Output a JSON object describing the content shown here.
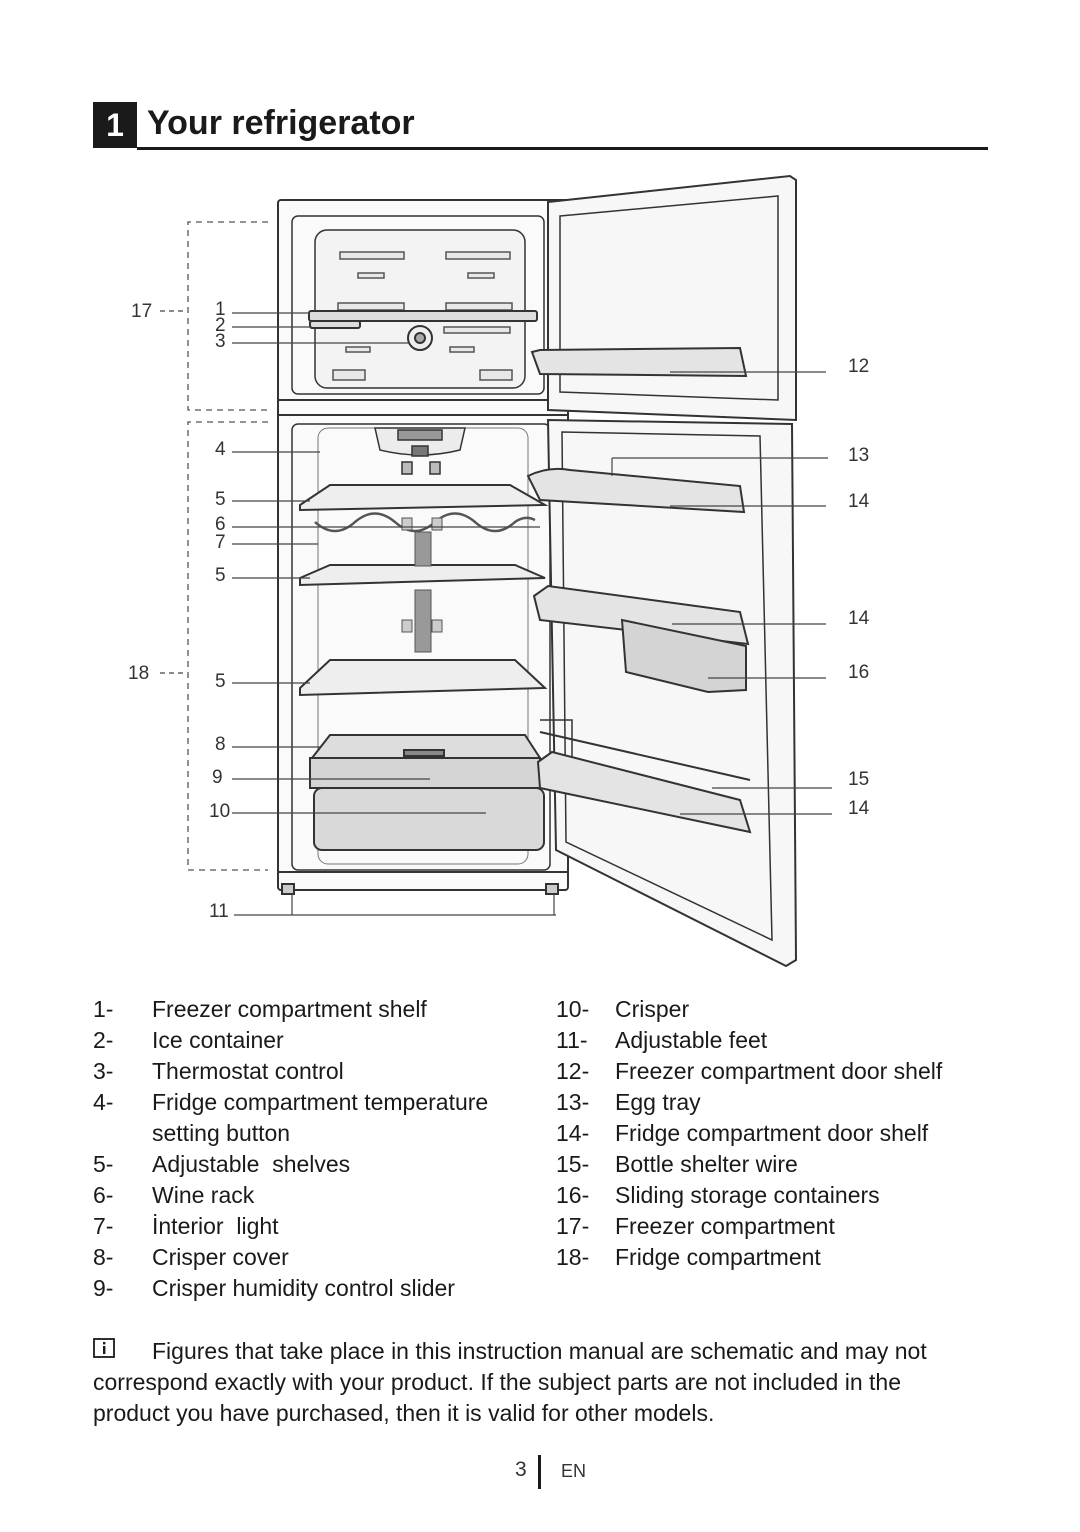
{
  "section": {
    "number": "1",
    "title": "Your refrigerator"
  },
  "callouts": {
    "c1": "1",
    "c2": "2",
    "c3": "3",
    "c4": "4",
    "c5a": "5",
    "c6": "6",
    "c7": "7",
    "c5b": "5",
    "c5c": "5",
    "c8": "8",
    "c9": "9",
    "c10": "10",
    "c11": "11",
    "c12": "12",
    "c13": "13",
    "c14a": "14",
    "c14b": "14",
    "c16": "16",
    "c15": "15",
    "c14c": "14",
    "c17": "17",
    "c18": "18"
  },
  "legend_left": [
    {
      "num": "1-",
      "text": "Freezer compartment shelf"
    },
    {
      "num": "2-",
      "text": "Ice container"
    },
    {
      "num": "3-",
      "text": "Thermostat control"
    },
    {
      "num": "4-",
      "text": "Fridge compartment temperature"
    },
    {
      "num": "",
      "text": "setting button"
    },
    {
      "num": "5-",
      "text": "Adjustable  shelves"
    },
    {
      "num": "6-",
      "text": "Wine rack"
    },
    {
      "num": "7-",
      "text": "İnterior  light"
    },
    {
      "num": "8-",
      "text": "Crisper cover"
    },
    {
      "num": "9-",
      "text": "Crisper humidity control slider"
    }
  ],
  "legend_right": [
    {
      "num": "10-",
      "text": "Crisper"
    },
    {
      "num": "11-",
      "text": "Adjustable feet"
    },
    {
      "num": "12-",
      "text": "Freezer compartment door shelf"
    },
    {
      "num": "13-",
      "text": "Egg tray"
    },
    {
      "num": "14-",
      "text": "Fridge compartment door shelf"
    },
    {
      "num": "15-",
      "text": "Bottle shelter wire"
    },
    {
      "num": "16-",
      "text": "Sliding storage containers"
    },
    {
      "num": "17-",
      "text": "Freezer compartment"
    },
    {
      "num": "18-",
      "text": "Fridge compartment"
    }
  ],
  "note": {
    "icon": "info-icon",
    "text": "Figures that take place in this instruction manual are schematic and may not correspond exactly with your product. If the subject parts are not included in the product you have purchased, then it is valid for other models."
  },
  "footer": {
    "page": "3",
    "lang": "EN"
  }
}
